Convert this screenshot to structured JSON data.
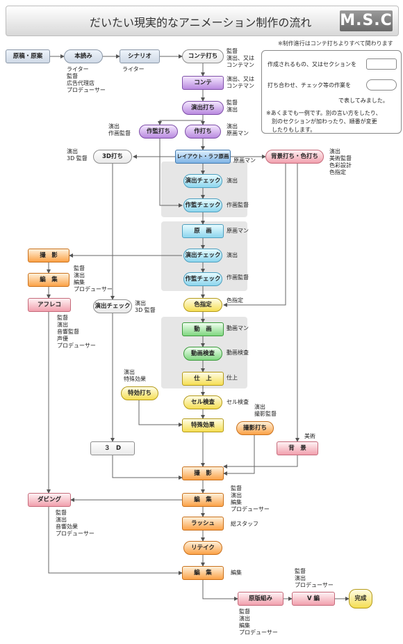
{
  "title": "だいたい現実的なアニメーション制作の流れ",
  "logo": "M.S.C",
  "note_top": "※制作進行はコンテ打ちよりすべて関わります",
  "legend": {
    "line1": "作成されるもの、又はセクションを",
    "line2": "打ち合わせ、チェック等の作業を",
    "line3": "で表してみました。",
    "note1": "※あくまでも一例です。別の言い方をしたり、",
    "note2": "別のセクションが加わったり、順番が変更",
    "note3": "したりもします。"
  },
  "nodes": {
    "genko": "原稿・原案",
    "hondori": "本読み",
    "scenario": "シナリオ",
    "conte_uchi": "コンテ打ち",
    "conte": "コンテ",
    "enshutsu_uchi": "演出打ち",
    "sakkan_uchi": "作監打ち",
    "saku_uchi": "作打ち",
    "layout": "レイアウト・ラフ原画",
    "threed_uchi": "3D打ち",
    "haikei_uchi": "背景打ち・色打ち",
    "enshutsu_check1": "演出チェック",
    "sakkan_check1": "作監チェック",
    "genga": "原　画",
    "enshutsu_check2": "演出チェック",
    "sakkan_check2": "作監チェック",
    "satsuei1": "撮　影",
    "henshu1": "編　集",
    "afureko": "アフレコ",
    "enshutsu_check3": "演出チェック",
    "shitei": "色指定",
    "douga": "動　画",
    "douga_kensa": "動画検査",
    "shiage": "仕　上",
    "tokkou_uchi": "特効打ち",
    "cel_kensa": "セル検査",
    "tokushu": "特殊効果",
    "satsuei_uchi": "撮影打ち",
    "threed": "３　D",
    "haikei": "背　景",
    "satsuei2": "撮　影",
    "dubbing": "ダビング",
    "henshu2": "編　集",
    "rush": "ラッシュ",
    "retake": "リテイク",
    "henshu3": "編　集",
    "genban": "原版組み",
    "v_hen": "V 編",
    "kansei": "完成"
  },
  "annotations": {
    "hondori": "ライター\n監督\n広告代理店\nプロデューサー",
    "scenario": "ライター",
    "conte_uchi": "監督\n演出、又は\nコンテマン",
    "conte": "演出、又は\nコンテマン",
    "enshutsu_uchi": "監督\n演出",
    "sakkan_uchi": "演出\n作画監督",
    "saku_uchi": "演出\n原画マン",
    "threed_uchi": "演出\n3D 監督",
    "layout": "原画マン",
    "haikei_uchi": "演出\n美術監督\n色彩設計\n色指定",
    "enshutsu_check1": "演出",
    "sakkan_check1": "作画監督",
    "genga": "原画マン",
    "enshutsu_check2": "演出",
    "sakkan_check2": "作画監督",
    "henshu1": "監督\n演出\n編集\nプロデューサー",
    "afureko": "監督\n演出\n音響監督\n声優\nプロデューサー",
    "enshutsu_check3": "演出\n3D 監督",
    "shitei": "色指定",
    "douga": "動画マン",
    "douga_kensa": "動画検査",
    "shiage": "仕上",
    "tokkou_uchi": "演出\n特殊効果",
    "cel_kensa": "セル検査",
    "satsuei_uchi": "演出\n撮影監督",
    "haikei": "美術",
    "henshu2": "監督\n演出\n編集\nプロデューサー",
    "dubbing": "監督\n演出\n音響効果\nプロデューサー",
    "rush": "総スタッフ",
    "henshu3": "編集",
    "v_hen": "監督\n演出\nプロデューサー",
    "genban": "監督\n演出\n編集\nプロデューサー"
  }
}
